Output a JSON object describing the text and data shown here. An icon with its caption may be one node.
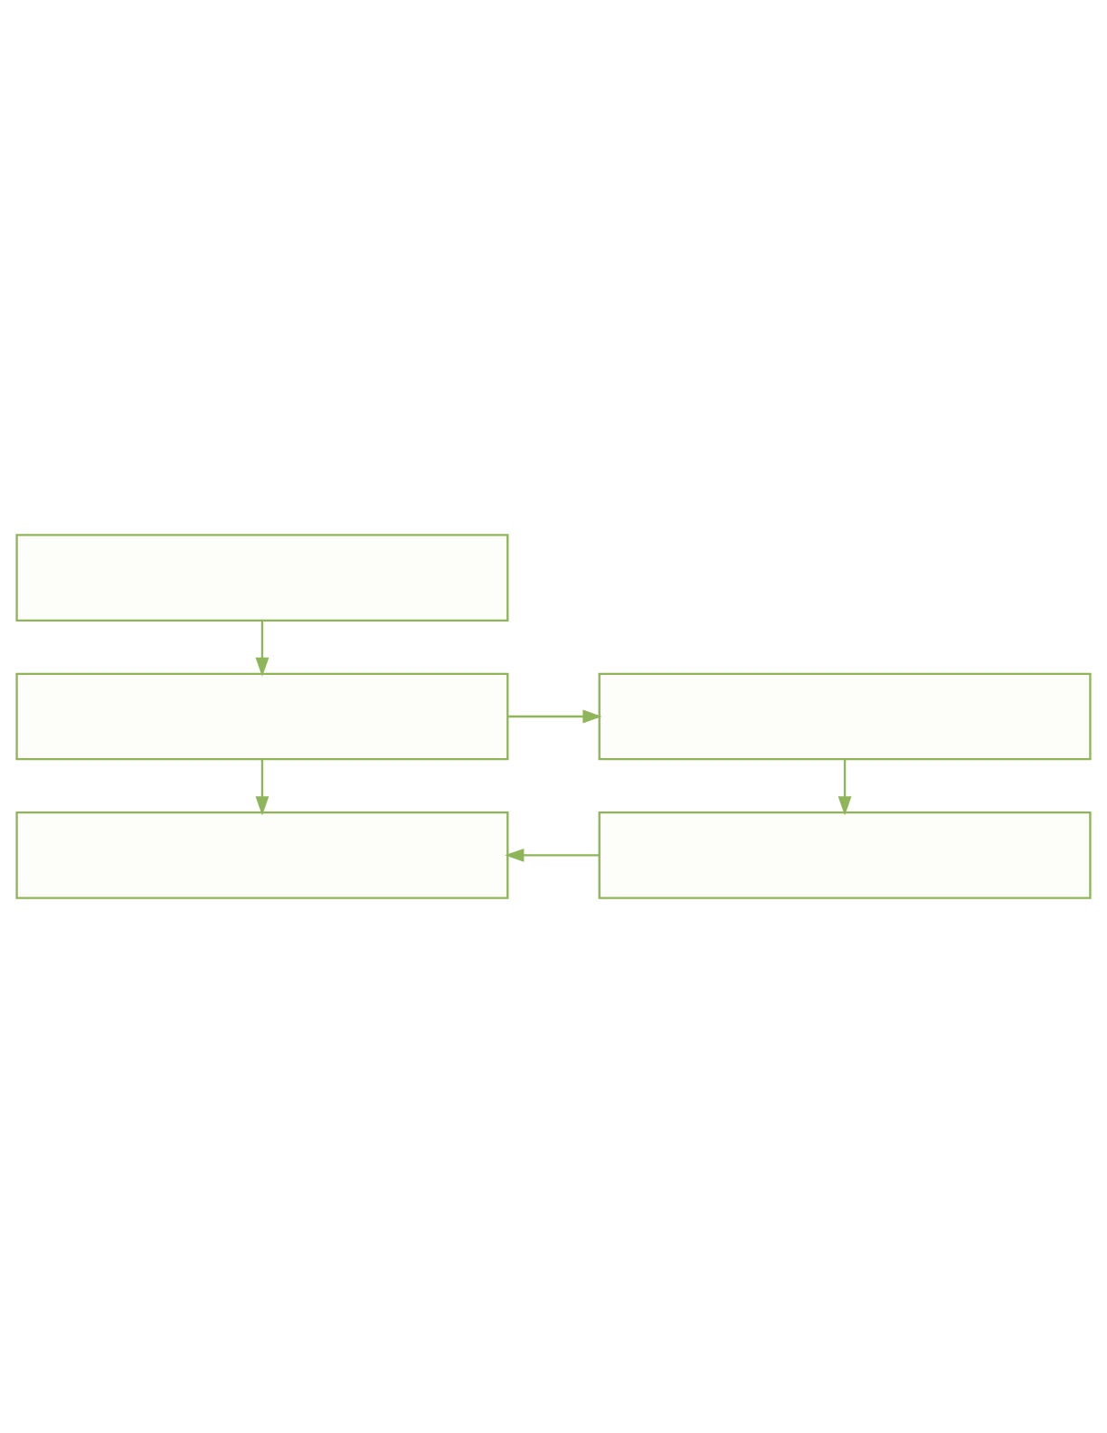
{
  "diagram": {
    "nodes": [
      {
        "text": [],
        "shape": "box"
      },
      {
        "text": [],
        "shape": "box"
      },
      {
        "text": [],
        "shape": "box"
      },
      {
        "text": [],
        "shape": "box"
      },
      {
        "text": [],
        "shape": "box"
      }
    ],
    "edges": [
      {
        "from": 0,
        "to": 1,
        "arrow": "to"
      },
      {
        "from": 1,
        "to": 2,
        "arrow": "to"
      },
      {
        "from": 1,
        "to": 3,
        "arrow": "to"
      },
      {
        "from": 2,
        "to": 4,
        "arrow": "to"
      },
      {
        "from": 4,
        "to": 3,
        "arrow": "to"
      }
    ]
  }
}
